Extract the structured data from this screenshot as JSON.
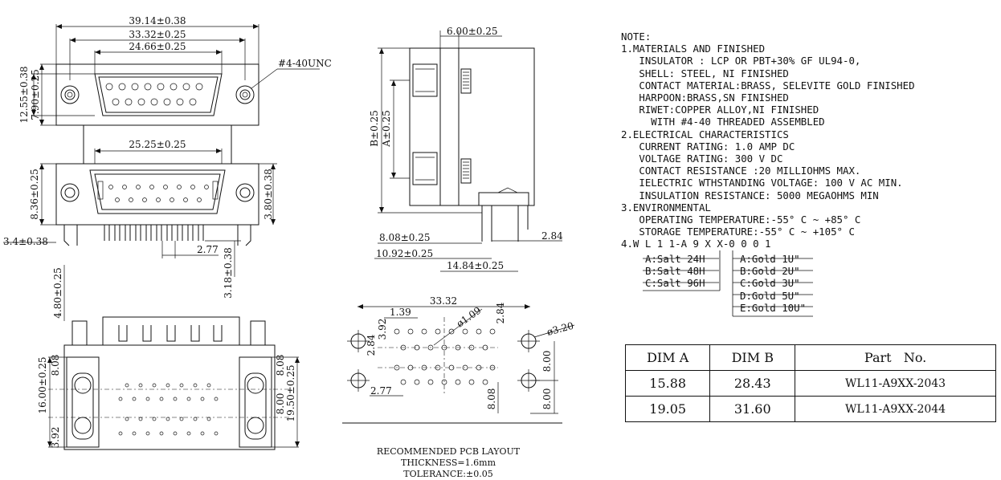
{
  "front_view": {
    "dim_overall": "39.14±0.38",
    "dim_mount": "33.32±0.25",
    "dim_shell": "24.66±0.25",
    "dim_height_outer": "12.55±0.38",
    "dim_height_inner": "7.90±0.25",
    "thread_label": "#4-40UNC",
    "dim_lower_shell": "25.25±0.25",
    "dim_lower_height": "8.36±0.25",
    "dim_lower_right": "3.80±0.38",
    "dim_offset": "3.4±0.38",
    "dim_pitch": "2.77",
    "dim_pin_len": "3.18±0.38"
  },
  "side_view": {
    "dim_top": "6.00±0.25",
    "dim_b": "B±0.25",
    "dim_a": "A±0.25",
    "dim_right": "2.84",
    "dim_808": "8.08±0.25",
    "dim_1092": "10.92±0.25",
    "dim_1484": "14.84±0.25"
  },
  "bottom_view": {
    "dim_480": "4.80±0.25",
    "dim_808a": "8.08",
    "dim_808b": "8.08",
    "dim_1600": "16.00±0.25",
    "dim_1950": "19.50±0.25",
    "dim_800": "8.00",
    "dim_392": "3.92"
  },
  "pcb_layout": {
    "dim_3332": "33.32",
    "dim_139": "1.39",
    "dim_dia09": "ø1.09",
    "dim_284a": "2.84",
    "dim_392": "3.92",
    "dim_284b": "2.84",
    "dim_dia32": "ø3.20",
    "dim_800a": "8.00",
    "dim_277": "2.77",
    "dim_808": "8.08",
    "dim_800b": "8.00",
    "note_line1": "RECOMMENDED PCB LAYOUT THICKNESS=1.6mm",
    "note_line2": "TOLERANCE:±0.05"
  },
  "notes": {
    "title": "NOTE:",
    "lines": [
      "1.MATERIALS AND FINISHED",
      "   INSULATOR : LCP OR PBT+30% GF UL94-0,",
      "   SHELL: STEEL, NI FINISHED",
      "   CONTACT MATERIAL:BRASS, SELEVITE GOLD FINISHED",
      "   HARPOON:BRASS,SN FINISHED",
      "   RIWET:COPPER ALLOY,NI FINISHED",
      "     WITH #4-40 THREADED ASSEMBLED",
      "2.ELECTRICAL CHARACTERISTICS",
      "   CURRENT RATING: 1.0 AMP DC",
      "   VOLTAGE RATING: 300 V DC",
      "   CONTACT RESISTANCE :20 MILLIOHMS MAX.",
      "   IELECTRIC WTHSTANDING VOLTAGE: 100 V AC MIN.",
      "   INSULATION RESISTANCE: 5000 MEGAOHMS MIN",
      "3.ENVIRONMENTAL",
      "   OPERATING TEMPERATURE:-55° C ~ +85° C",
      "   STORAGE TEMPERATURE:-55° C ~ +105° C",
      "4.W L 1 1-A 9 X X-0 0 0 1"
    ],
    "salt_codes": [
      "A:Salt 24H",
      "B:Salt 48H",
      "C:Salt 96H"
    ],
    "gold_codes": [
      "A:Gold 1U\"",
      "B:Gold 2U\"",
      "C:Gold 3U\"",
      "D:Gold 5U\"",
      "E:Gold 10U\""
    ]
  },
  "part_table": {
    "headers": [
      "DIM A",
      "DIM B",
      "Part   No."
    ],
    "rows": [
      [
        "15.88",
        "28.43",
        "WL11-A9XX-2043"
      ],
      [
        "19.05",
        "31.60",
        "WL11-A9XX-2044"
      ]
    ]
  }
}
